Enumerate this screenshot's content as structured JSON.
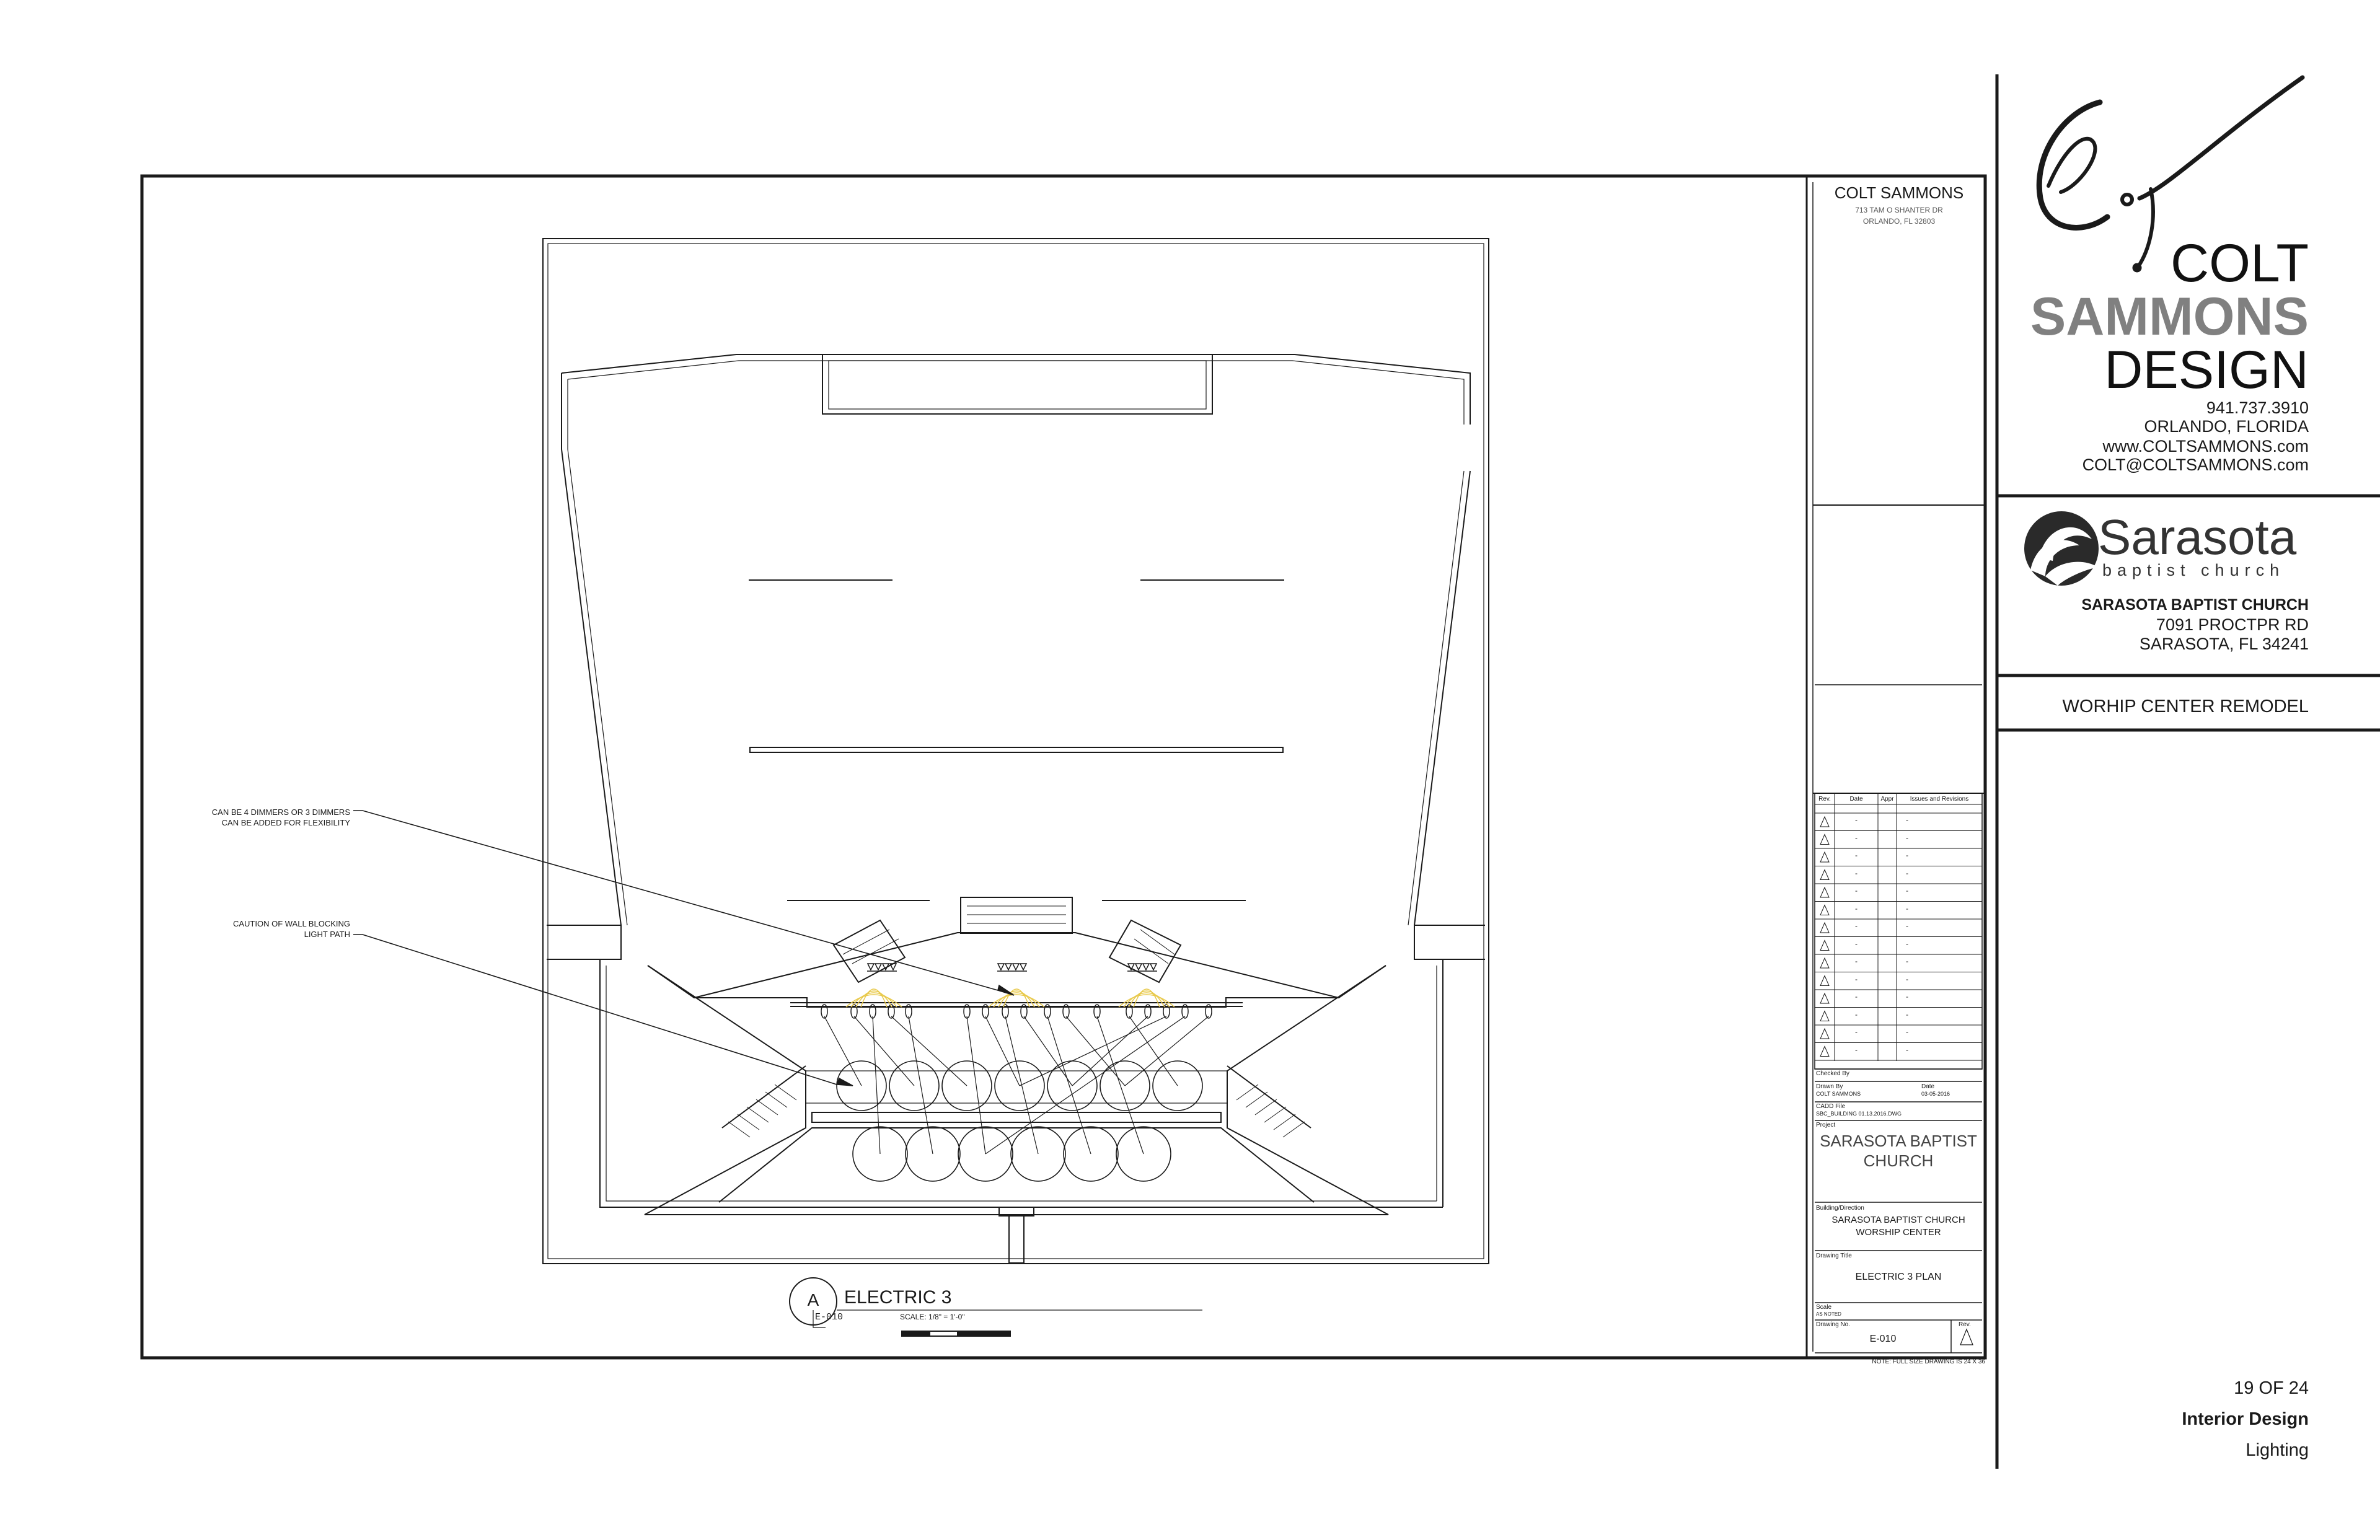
{
  "drawing": {
    "title_letter": "A",
    "title": "ELECTRIC 3",
    "sheet_ref": "E-010",
    "scale_label": "SCALE: 1/8\" = 1'-0\"",
    "notes": [
      {
        "line1": "CAN BE 4 DIMMERS OR 3 DIMMERS",
        "line2": "CAN BE ADDED FOR FLEXIBILITY"
      },
      {
        "line1": "CAUTION OF WALL BLOCKING",
        "line2": "LIGHT PATH"
      }
    ]
  },
  "title_block": {
    "firm_name": "COLT SAMMONS",
    "firm_address_1": "713 TAM O SHANTER DR",
    "firm_address_2": "ORLANDO, FL 32803",
    "revision_headers": [
      "Rev.",
      "Date",
      "Appr",
      "Issues and Revisions"
    ],
    "revision_rows": 14,
    "revision_placeholder": "-",
    "checked_by_label": "Checked By",
    "drawn_by_label": "Drawn By",
    "drawn_by": "COLT SAMMONS",
    "date_label": "Date",
    "date": "03-05-2016",
    "cad_file_label": "CADD File",
    "cad_file": "SBC_BUILDING 01.13.2016.DWG",
    "project_label": "Project",
    "project_1": "SARASOTA BAPTIST",
    "project_2": "CHURCH",
    "building_label": "Building/Direction",
    "building_1": "SARASOTA BAPTIST CHURCH",
    "building_2": "WORSHIP CENTER",
    "drawing_title_label": "Drawing Title",
    "drawing_title": "ELECTRIC 3 PLAN",
    "scale_label": "Scale",
    "scale_value": "AS NOTED",
    "drawing_no_label": "Drawing No.",
    "drawing_no": "E-010",
    "rev_label": "Rev.",
    "note": "NOTE: FULL SIZE DRAWING IS 24 X 36"
  },
  "sidebar": {
    "brand_1": "COLT",
    "brand_2": "SAMMONS",
    "brand_3": "DESIGN",
    "phone": "941.737.3910",
    "city": "ORLANDO, FLORIDA",
    "web": "www.COLTSAMMONS.com",
    "email": "COLT@COLTSAMMONS.com",
    "client_logo_main": "Sarasota",
    "client_logo_sub": "baptist church",
    "client_name": "SARASOTA BAPTIST CHURCH",
    "client_address_1": "7091 PROCTPR RD",
    "client_address_2": "SARASOTA, FL 34241",
    "project_name": "WORHIP CENTER REMODEL",
    "page_count": "19 OF 24",
    "section": "Interior Design",
    "subsection": "Lighting"
  },
  "colors": {
    "ink": "#1a1a1a",
    "gray_text": "#808080",
    "light_beam": "#e8c94a"
  }
}
